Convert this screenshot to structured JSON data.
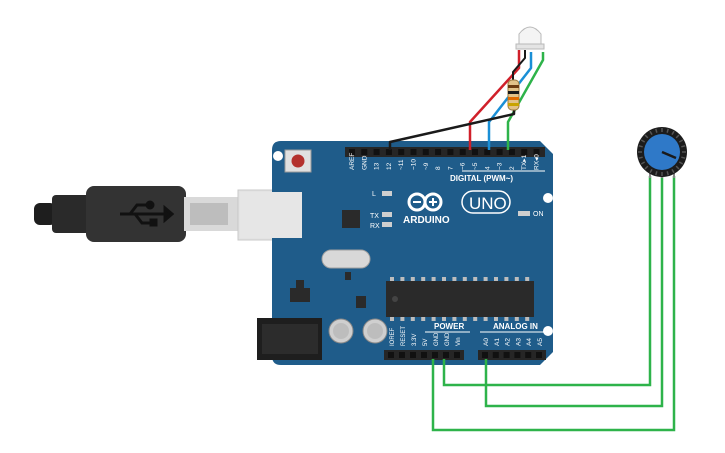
{
  "board": {
    "brand": "ARDUINO",
    "model": "UNO",
    "digital_label": "DIGITAL (PWM~)",
    "power_label": "POWER",
    "analog_label": "ANALOG IN",
    "on_label": "ON",
    "l_label": "L",
    "tx_label": "TX",
    "rx_label": "RX",
    "digital_pins": [
      "AREF",
      "GND",
      "13",
      "12",
      "~11",
      "~10",
      "~9",
      "8",
      "7",
      "~6",
      "~5",
      "4",
      "~3",
      "2",
      "TX▸1",
      "RX◂0"
    ],
    "power_pins": [
      "IOREF",
      "RESET",
      "3.3V",
      "5V",
      "GND",
      "GND",
      "Vin"
    ],
    "analog_pins": [
      "A0",
      "A1",
      "A2",
      "A3",
      "A4",
      "A5"
    ]
  },
  "colors": {
    "board": "#1f5c8a",
    "board_dark": "#174a70",
    "wire_red": "#d0202a",
    "wire_blue": "#1a8fd6",
    "wire_green": "#2eb34a",
    "wire_black": "#1a1a1a",
    "pot_knob": "#2f79c8"
  },
  "icons": [
    "usb-icon",
    "arduino-logo-icon"
  ]
}
